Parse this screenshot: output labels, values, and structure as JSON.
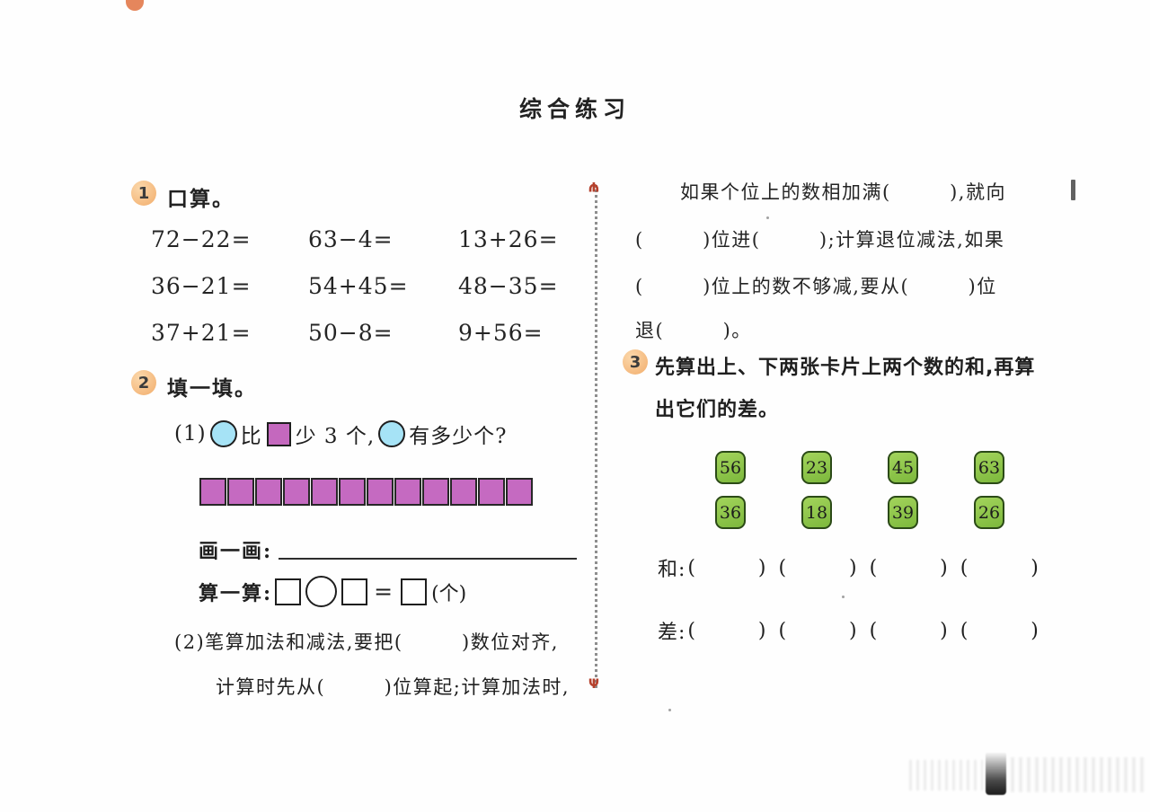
{
  "title": "综合练习",
  "icons": {
    "cut_mark": "Ψ"
  },
  "colors": {
    "badge_orange": "#f2ad6c",
    "blue_circle": "#a6e3f6",
    "purple_square": "#c468be",
    "green_card": "#8cc63e",
    "divider_gray": "#8e8e8e",
    "cut_mark_red": "#b5402c"
  },
  "s1": {
    "num": "1",
    "heading": "口算。",
    "problems": [
      [
        "72−22=",
        "63−4=",
        "13+26="
      ],
      [
        "36−21=",
        "54+45=",
        "48−35="
      ],
      [
        "37+21=",
        "50−8=",
        "9+56="
      ]
    ]
  },
  "s2": {
    "num": "2",
    "heading": "填一填。",
    "q1_prefix": "(1)",
    "q1_mid1": "比",
    "q1_mid2": "少 3 个,",
    "q1_suffix": "有多少个?",
    "square_count": 12,
    "draw_label": "画一画:",
    "calc_label": "算一算:",
    "equals": "=",
    "unit": "(个)",
    "q2_line1": "(2)笔算加法和减法,要把(        )数位对齐,",
    "q2_line2": "计算时先从(        )位算起;计算加法时,"
  },
  "cont": {
    "line1": "如果个位上的数相加满(        ),就向",
    "line2": "(        )位进(        );计算退位减法,如果",
    "line3": "(        )位上的数不够减,要从(        )位",
    "line4": "退(        )。"
  },
  "s3": {
    "num": "3",
    "line1": "先算出上、下两张卡片上两个数的和,再算",
    "line2": "出它们的差。",
    "cards_top": [
      "56",
      "23",
      "45",
      "63"
    ],
    "cards_bottom": [
      "36",
      "18",
      "39",
      "26"
    ],
    "sum_label": "和:",
    "diff_label": "差:",
    "blank": "(          )"
  }
}
